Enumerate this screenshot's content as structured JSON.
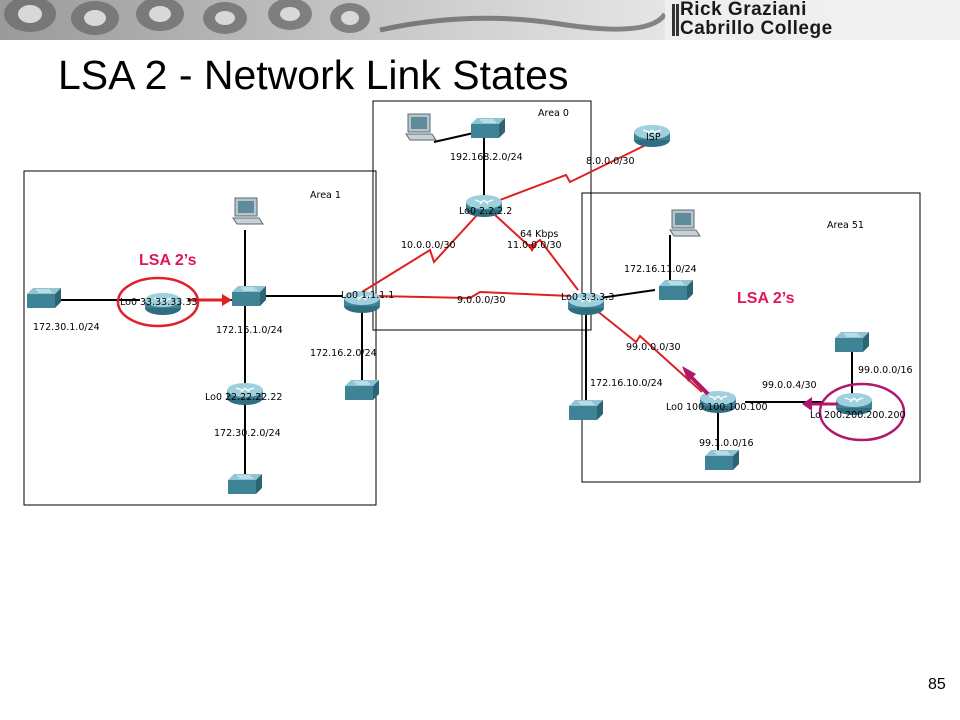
{
  "slide": {
    "title": "LSA 2 - Network Link States",
    "page_number": "85",
    "banner_title_line1": "Rick Graziani",
    "banner_title_line2": "Cabrillo College"
  },
  "areas": [
    {
      "id": "area0",
      "label": "Area 0"
    },
    {
      "id": "area1",
      "label": "Area 1"
    },
    {
      "id": "area51",
      "label": "Area 51"
    }
  ],
  "routers": [
    {
      "id": "r2",
      "label": "Lo0 2.2.2.2"
    },
    {
      "id": "r1",
      "label": "Lo0 1.1.1.1"
    },
    {
      "id": "r3",
      "label": "Lo0 3.3.3.3"
    },
    {
      "id": "r33",
      "label": "Lo0 33.33.33.33"
    },
    {
      "id": "r22",
      "label": "Lo0 22.22.22.22"
    },
    {
      "id": "r100",
      "label": "Lo0 100.100.100.100"
    },
    {
      "id": "r200",
      "label": "Lo 200.200.200.200"
    },
    {
      "id": "isp",
      "label": "ISP"
    }
  ],
  "networks": {
    "n192": "192.168.2.0/24",
    "n8": "8.0.0.0/30",
    "n10": "10.0.0.0/30",
    "n11": "11.0.0.0/30",
    "bandwidth": "64 Kbps",
    "n9": "9.0.0.0/30",
    "n172_30_1": "172.30.1.0/24",
    "n172_16_1": "172.16.1.0/24",
    "n172_16_2": "172.16.2.0/24",
    "n172_30_2": "172.30.2.0/24",
    "n172_16_11": "172.16.11.0/24",
    "n172_16_10": "172.16.10.0/24",
    "n99_0_0_0_30": "99.0.0.0/30",
    "n99_0_0_4": "99.0.0.4/30",
    "n99_0_0_0_16": "99.0.0.0/16",
    "n99_1": "99.1.0.0/16"
  },
  "callouts": {
    "lsa_left": "LSA 2’s",
    "lsa_right": "LSA 2’s"
  },
  "colors": {
    "link_red": "#e02020",
    "highlight_circle_left": "#e0202a",
    "highlight_circle_right": "#b0186e",
    "arrow_right": "#b0186e",
    "callout_text": "#e0155f",
    "device_teal": "#4a8fa0"
  }
}
